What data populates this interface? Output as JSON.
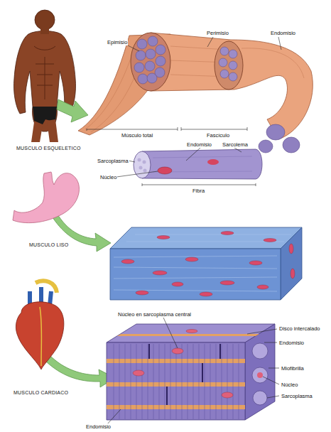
{
  "diagram": {
    "labels": [
      "Epimisio",
      "Perimisio",
      "Endomisio",
      "Músculo total",
      "Fascículo",
      "Endomisio",
      "Sarcolema",
      "Sarcoplasma",
      "Núcleo",
      "Fibra",
      "MUSCULO ESQUELETICO",
      "MUSCULO LISO",
      "Núcleo en sarcoplasma central",
      "Disco intercalado",
      "Endomisio",
      "Miofibrilla",
      "Núcleo",
      "Sarcoplasma",
      "MUSCULO CARDIACO",
      "Endomisio"
    ]
  }
}
